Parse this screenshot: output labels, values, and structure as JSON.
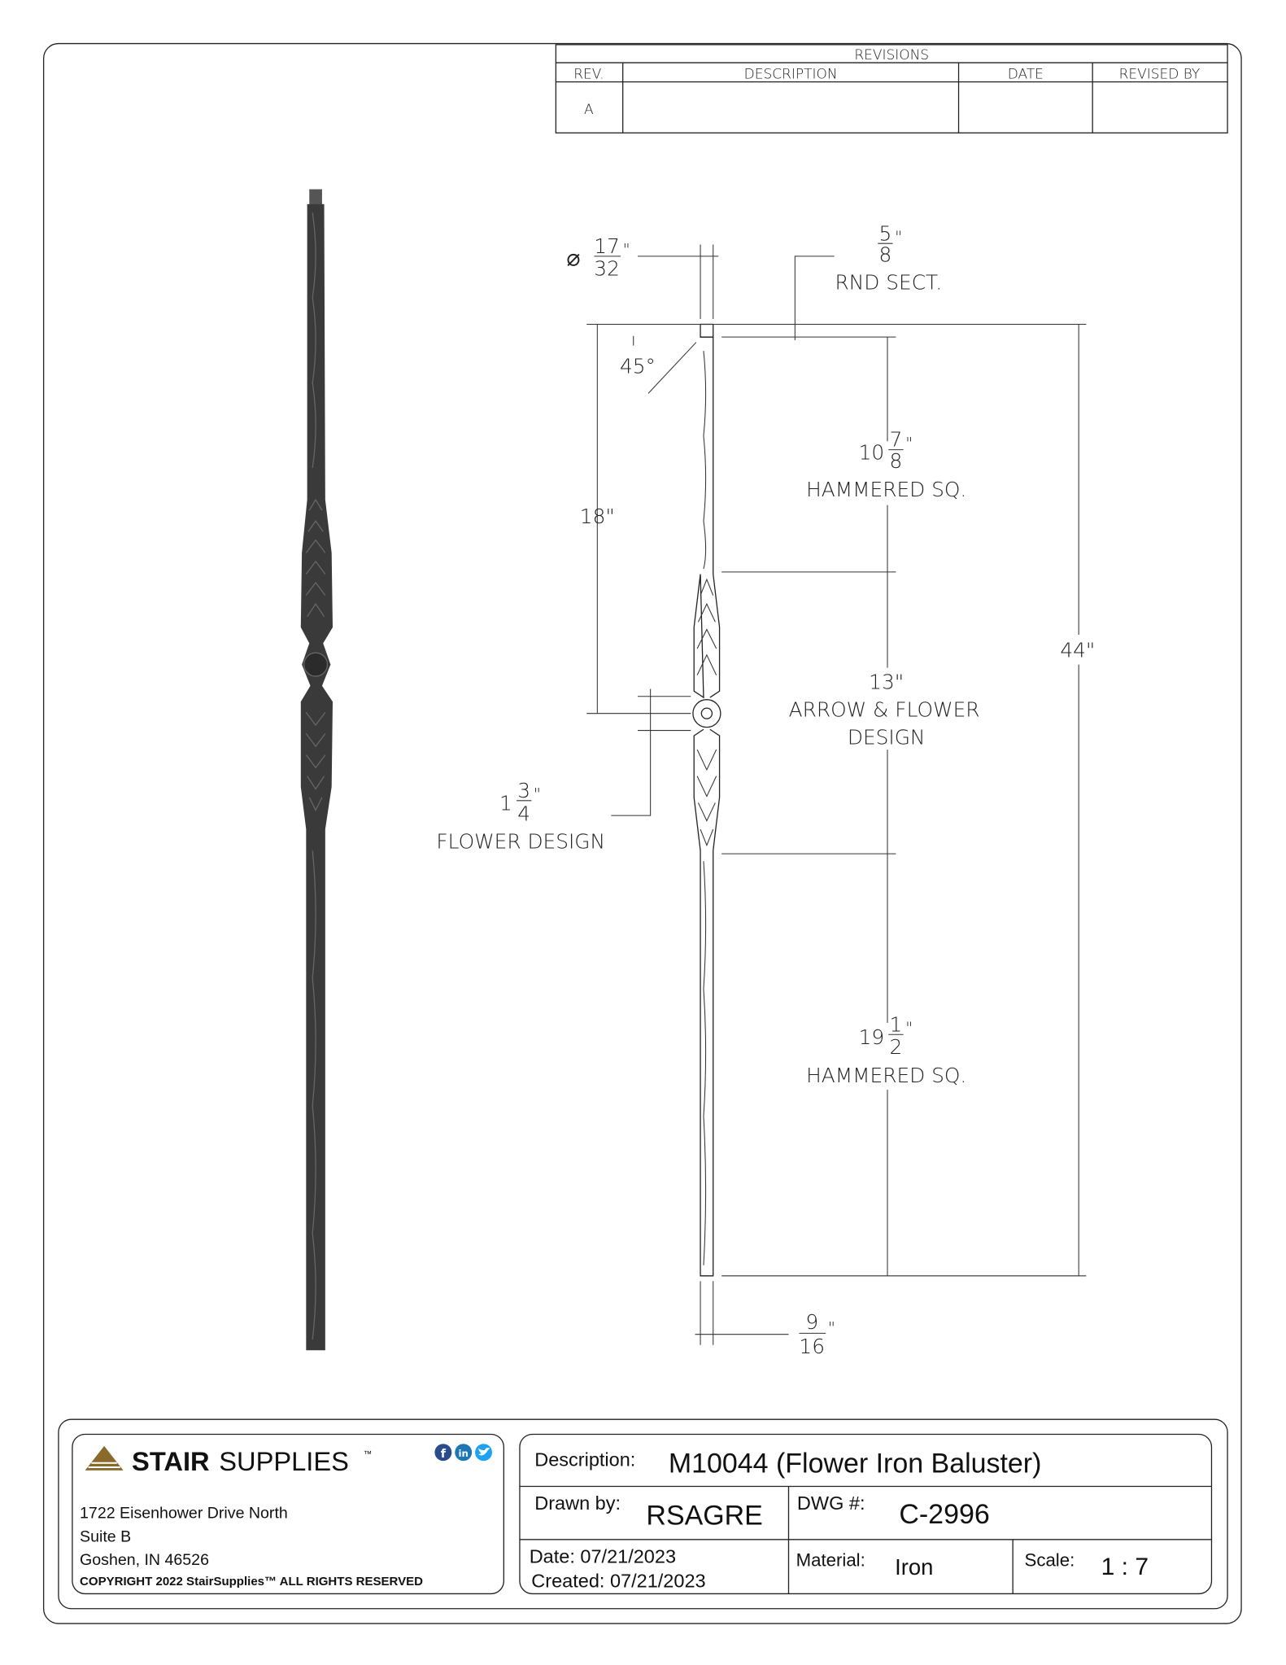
{
  "revisions": {
    "title": "REVISIONS",
    "headers": [
      "REV.",
      "DESCRIPTION",
      "DATE",
      "REVISED BY"
    ],
    "rows": [
      {
        "rev": "A",
        "description": "",
        "date": "",
        "revised_by": ""
      }
    ]
  },
  "dimensions": {
    "diameter": {
      "symbol": "⌀",
      "num": "17",
      "den": "32",
      "unit": "\""
    },
    "round_section": {
      "num": "5",
      "den": "8",
      "unit": "\"",
      "label": "RND SECT."
    },
    "angle": "45°",
    "height_18": "18\"",
    "top_hammered": {
      "whole": "10",
      "num": "7",
      "den": "8",
      "unit": "\"",
      "label": "HAMMERED SQ."
    },
    "middle": {
      "value": "13\"",
      "label1": "ARROW & FLOWER",
      "label2": "DESIGN"
    },
    "overall": "44\"",
    "flower": {
      "whole": "1",
      "num": "3",
      "den": "4",
      "unit": "\"",
      "label": "FLOWER DESIGN"
    },
    "bottom_hammered": {
      "whole": "19",
      "num": "1",
      "den": "2",
      "unit": "\"",
      "label": "HAMMERED SQ."
    },
    "square": {
      "num": "9",
      "den": "16",
      "unit": "\""
    }
  },
  "company": {
    "logo_text_bold": "STAIR",
    "logo_text_light": "SUPPLIES",
    "logo_tm": "™",
    "address_line1": "1722 Eisenhower Drive North",
    "address_line2": "Suite B",
    "address_line3": "Goshen, IN 46526",
    "copyright": "COPYRIGHT 2022 StairSupplies™ ALL RIGHTS RESERVED",
    "logo_color": "#8a6a2a"
  },
  "title_block": {
    "description_label": "Description:",
    "description": "M10044 (Flower Iron Baluster)",
    "drawn_by_label": "Drawn by:",
    "drawn_by": "RSAGRE",
    "dwg_label": "DWG #:",
    "dwg": "C-2996",
    "date_label": "Date: 07/21/2023",
    "created_label": "Created: 07/21/2023",
    "material_label": "Material:",
    "material": "Iron",
    "scale_label": "Scale:",
    "scale": "1 : 7"
  }
}
